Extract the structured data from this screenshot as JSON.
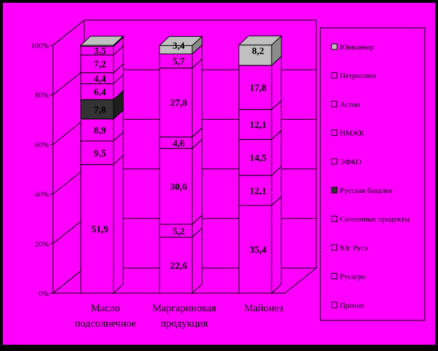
{
  "colors": {
    "background": "#FF00FF",
    "frame": "#000000",
    "segment_default": "#FF00FF",
    "segment_side": "#FF00FF",
    "unilever": "#C0C0C0",
    "unilever_side": "#8C8C8C",
    "russkaya_bakaleya": "#333333",
    "russkaya_bakaleya_side": "#1E1E1E",
    "text": "#000000"
  },
  "chart_data": {
    "type": "bar",
    "stacked": true,
    "percent_stacked": true,
    "three_d": true,
    "ylim": [
      0,
      100
    ],
    "yticks": [
      "0%",
      "20%",
      "40%",
      "60%",
      "80%",
      "100%"
    ],
    "categories": [
      "Масло подсолнечное",
      "Маргариновая продукция",
      "Майонез"
    ],
    "category_lines": [
      [
        "Масло",
        "подсолнечное"
      ],
      [
        "Маргариновая",
        "продукция"
      ],
      [
        "Майонез"
      ]
    ],
    "legend_position": "right",
    "legend_order": [
      "Юнилевер",
      "Петросоюз",
      "Астон",
      "НМЖК",
      "ЭФКО",
      "Русская бакалея",
      "Солнечные продукты",
      "Юг Руси",
      "Русагро",
      "Прочие"
    ],
    "series": [
      {
        "name": "Прочие",
        "color": "#FF00FF",
        "values": [
          51.9,
          22.6,
          35.4
        ],
        "labels": [
          "51,9",
          "22,6",
          "35,4"
        ]
      },
      {
        "name": "Русагро",
        "color": "#FF00FF",
        "values": [
          0,
          5.2,
          0
        ],
        "labels": [
          "",
          "5,2",
          ""
        ]
      },
      {
        "name": "Юг Руси",
        "color": "#FF00FF",
        "values": [
          9.5,
          0,
          0
        ],
        "labels": [
          "9,5",
          "",
          ""
        ]
      },
      {
        "name": "Солнечные продукты",
        "color": "#FF00FF",
        "values": [
          8.9,
          0,
          0
        ],
        "labels": [
          "8,9",
          "",
          ""
        ]
      },
      {
        "name": "Русская бакалея",
        "color": "#333333",
        "values": [
          7.8,
          0,
          0
        ],
        "labels": [
          "7,8",
          "",
          ""
        ]
      },
      {
        "name": "ЭФКО",
        "color": "#FF00FF",
        "values": [
          6.4,
          30.6,
          12.1
        ],
        "labels": [
          "6,4",
          "30,6",
          "12,1"
        ]
      },
      {
        "name": "НМЖК",
        "color": "#FF00FF",
        "values": [
          4.4,
          4.6,
          14.5
        ],
        "labels": [
          "4,4",
          "4,6",
          "14,5"
        ]
      },
      {
        "name": "Астон",
        "color": "#FF00FF",
        "values": [
          7.2,
          27.8,
          12.1
        ],
        "labels": [
          "7,2",
          "27,8",
          "12,1"
        ]
      },
      {
        "name": "Петросоюз",
        "color": "#FF00FF",
        "values": [
          3.5,
          5.7,
          17.8
        ],
        "labels": [
          "3,5",
          "5,7",
          "17,8"
        ]
      },
      {
        "name": "Юнилевер",
        "color": "#C0C0C0",
        "values": [
          0.4,
          3.4,
          8.2
        ],
        "labels": [
          "",
          "3,4",
          "8,2"
        ]
      }
    ]
  }
}
